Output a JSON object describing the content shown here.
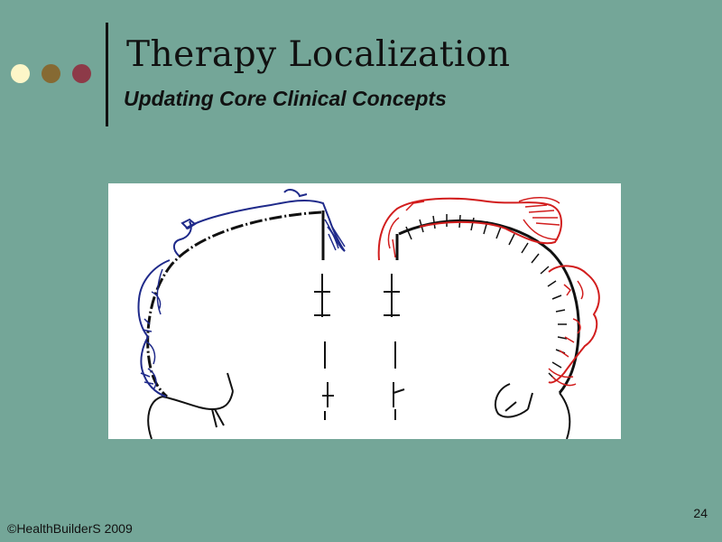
{
  "slide": {
    "title": "Therapy Localization",
    "subtitle": "Updating Core Clinical Concepts",
    "page_number": "24",
    "copyright": "©HealthBuilderS 2009"
  },
  "figure": {
    "icons": [
      "sensory-homunculus-icon",
      "motor-homunculus-icon"
    ],
    "colors": {
      "sensory": "#1f2a8a",
      "motor": "#d21d1d",
      "outline": "#111111"
    }
  },
  "theme": {
    "background": "#74a698",
    "bullet_colors": [
      "#fdf6c8",
      "#866a33",
      "#8d3a48"
    ]
  }
}
